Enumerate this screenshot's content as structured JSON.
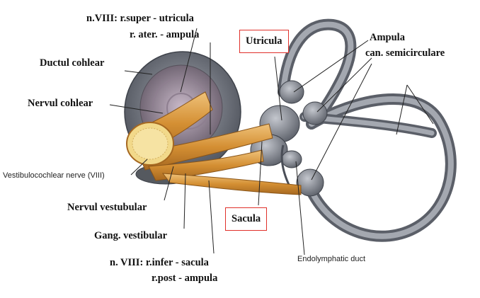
{
  "labels": {
    "n_viii_super_line1": "n.VIII: r.super - utricula",
    "n_viii_super_line2": "r. ater. - ampula",
    "ductul_cohlear": "Ductul cohlear",
    "nervul_cohlear": "Nervul cohlear",
    "vestibulocochlear_nerve": "Vestibulocochlear nerve (VIII)",
    "nervul_vestubular": "Nervul vestubular",
    "gang_vestibular": "Gang. vestibular",
    "n_viii_infer_line1": "n. VIII: r.infer - sacula",
    "n_viii_infer_line2": "r.post - ampula",
    "utricula": "Utricula",
    "sacula": "Sacula",
    "ampula": "Ampula",
    "can_semicirculare": "can. semicirculare",
    "endolymphatic_duct": "Endolymphatic duct"
  },
  "colors": {
    "highlight_box": "#e0302a",
    "labyrinth_gray": "#8a8d94",
    "nerve_orange": "#d99a3e",
    "nerve_cut_yellow": "#f2d98a"
  }
}
